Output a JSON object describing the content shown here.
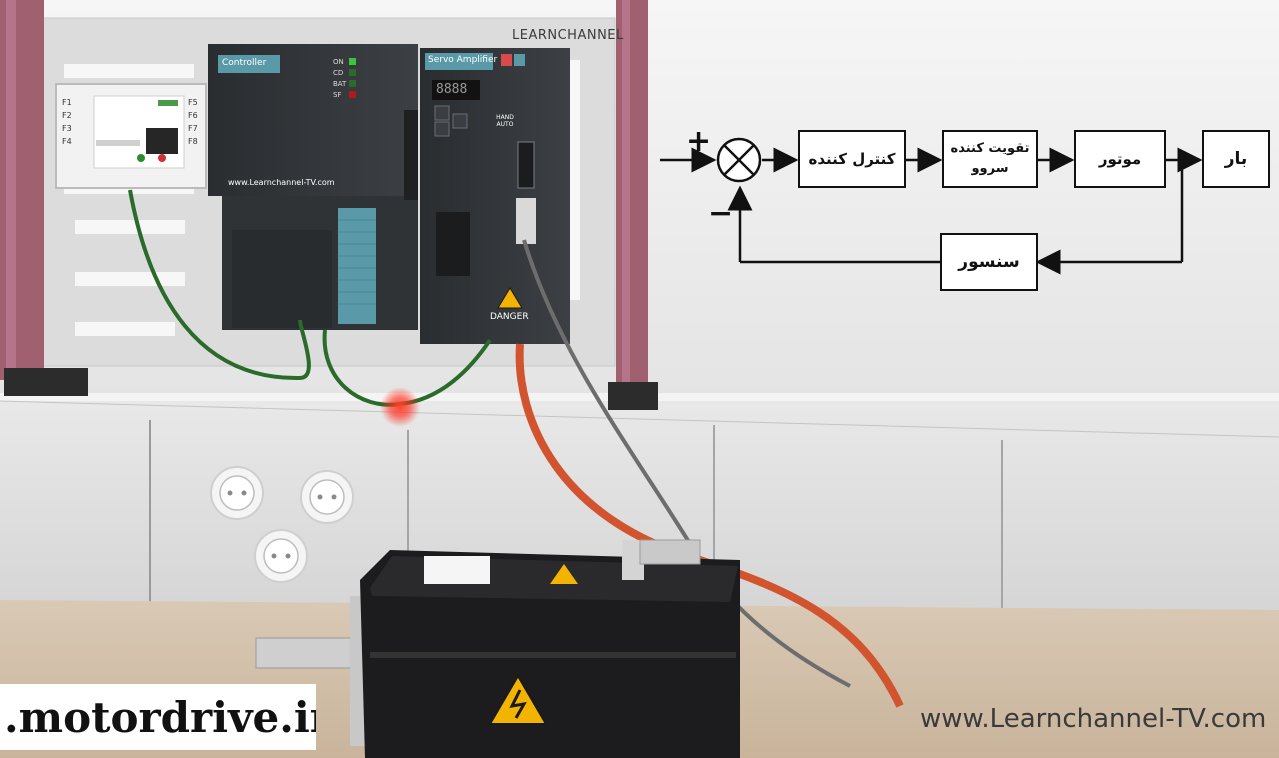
{
  "brand_plate": "LEARNCHANNEL",
  "controller": {
    "label": "Controller",
    "led_labels": [
      "ON",
      "CD",
      "BAT",
      "SF"
    ],
    "url_text": "www.Learnchannel-TV.com"
  },
  "servo_amplifier": {
    "label": "Servo Amplifier",
    "display_text": "8888",
    "hand_auto_text": "HAND AUTO",
    "danger_text": "DANGER"
  },
  "hmi": {
    "f_keys_left": [
      "F1",
      "F2",
      "F3",
      "F4"
    ],
    "f_keys_right": [
      "F5",
      "F6",
      "F7",
      "F8"
    ]
  },
  "diagram": {
    "plus_sign": "+",
    "minus_sign": "−",
    "summing_symbol": "⊗",
    "controller_block": "کنترل کننده",
    "amplifier_block": "تقویت کننده سروو",
    "motor_block": "موتور",
    "load_block": "بار",
    "sensor_block": "سنسور"
  },
  "watermarks": {
    "left": ".motordrive.ir",
    "right": "www.Learnchannel-TV.com"
  },
  "colors": {
    "frame": "#a0606f",
    "device_dark": "#33373a",
    "accent_teal": "#5a9aa8",
    "cable_orange": "#d2542e",
    "cable_green": "#2a6a2a",
    "red_light": "#ff2a1a"
  }
}
